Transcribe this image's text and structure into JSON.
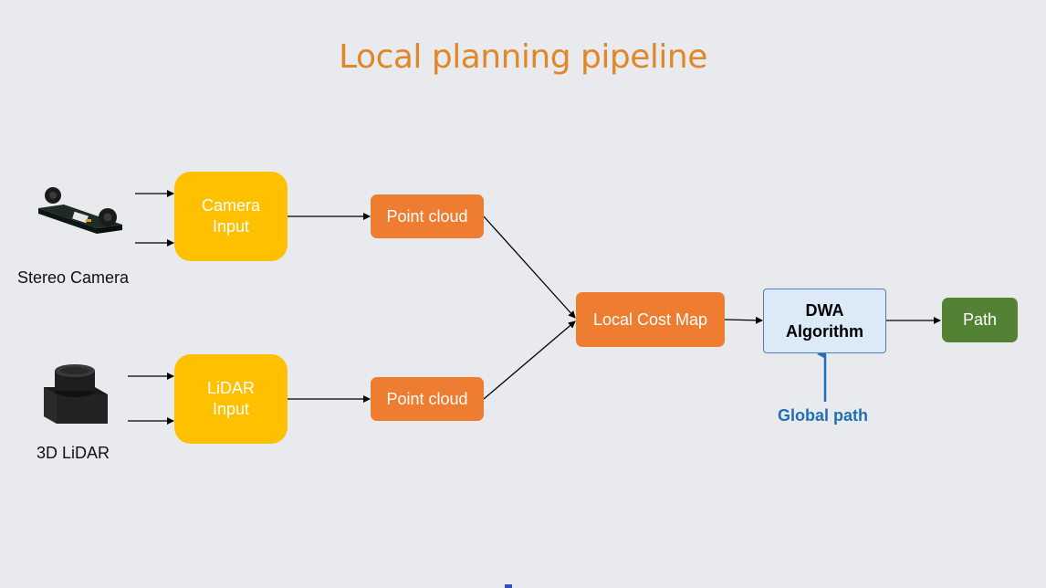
{
  "title": "Local planning pipeline",
  "nodes": {
    "stereo_camera_label": "Stereo Camera",
    "lidar_label": "3D LiDAR",
    "camera_input": "Camera\nInput",
    "lidar_input": "LiDAR\nInput",
    "point_cloud_top": "Point cloud",
    "point_cloud_bottom": "Point cloud",
    "local_cost_map": "Local Cost Map",
    "dwa": "DWA\nAlgorithm",
    "path": "Path",
    "global_path": "Global path"
  },
  "colors": {
    "title": "#e0872a",
    "input_box": "#ffc000",
    "process_box": "#ee7d31",
    "dwa_box": "#dce9f6",
    "path_box": "#548235",
    "global_path": "#1f6fb6",
    "background": "#e9eaee"
  },
  "icons": {
    "stereo_camera": "stereo-camera-icon",
    "lidar": "lidar-sensor-icon"
  }
}
